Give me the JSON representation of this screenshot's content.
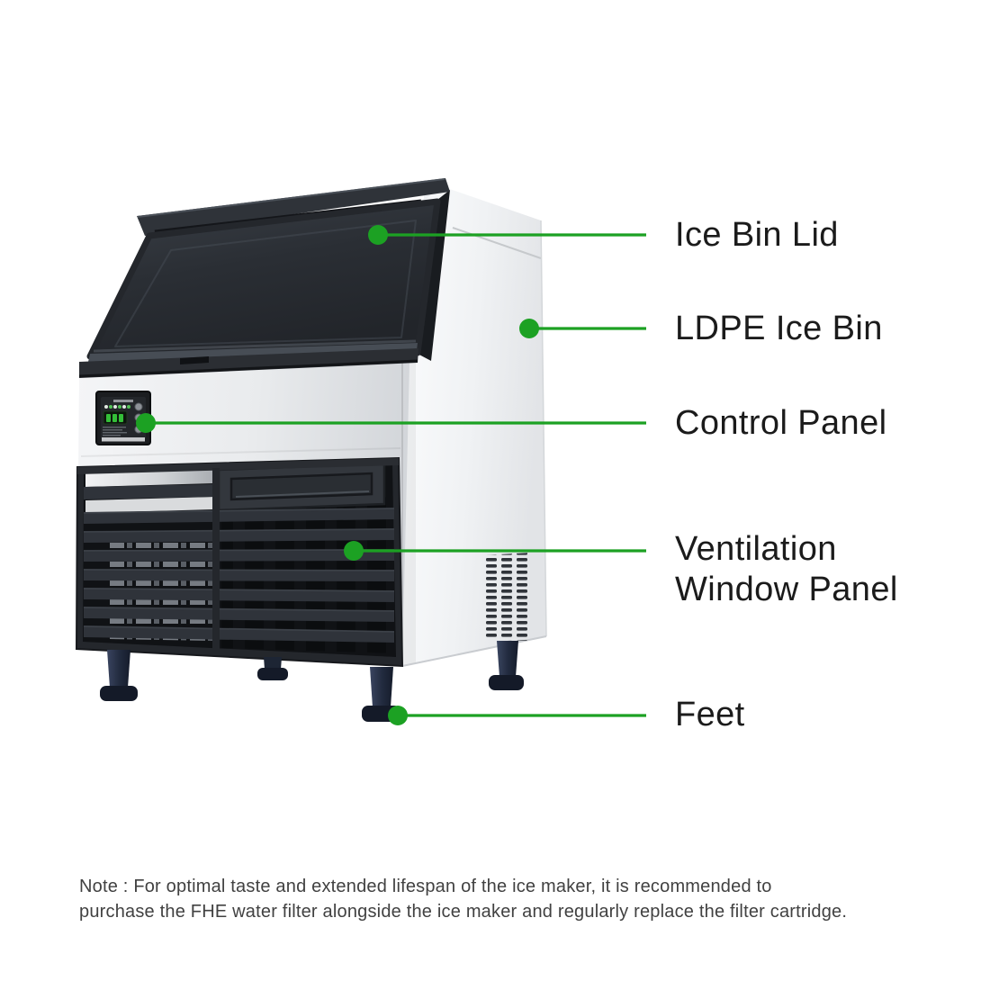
{
  "colors": {
    "accent_green": "#1CA123",
    "label_text": "#1B1B1B",
    "note_text": "#414141",
    "machine_dark": "#24272C",
    "machine_steel": "#E9EBED",
    "feet_navy": "#1A2230",
    "background": "#FFFFFF"
  },
  "callouts": [
    {
      "id": "ice-bin-lid",
      "label": "Ice Bin Lid"
    },
    {
      "id": "ldpe-ice-bin",
      "label": "LDPE Ice Bin"
    },
    {
      "id": "control-panel",
      "label": "Control Panel"
    },
    {
      "id": "ventilation-window-panel",
      "label": "Ventilation Window Panel"
    },
    {
      "id": "feet",
      "label": "Feet"
    }
  ],
  "note": {
    "lines": [
      "Note : For optimal taste and extended lifespan of the ice maker, it is recommended to",
      "purchase the FHE water filter alongside the ice maker and regularly replace the filter cartridge."
    ]
  }
}
